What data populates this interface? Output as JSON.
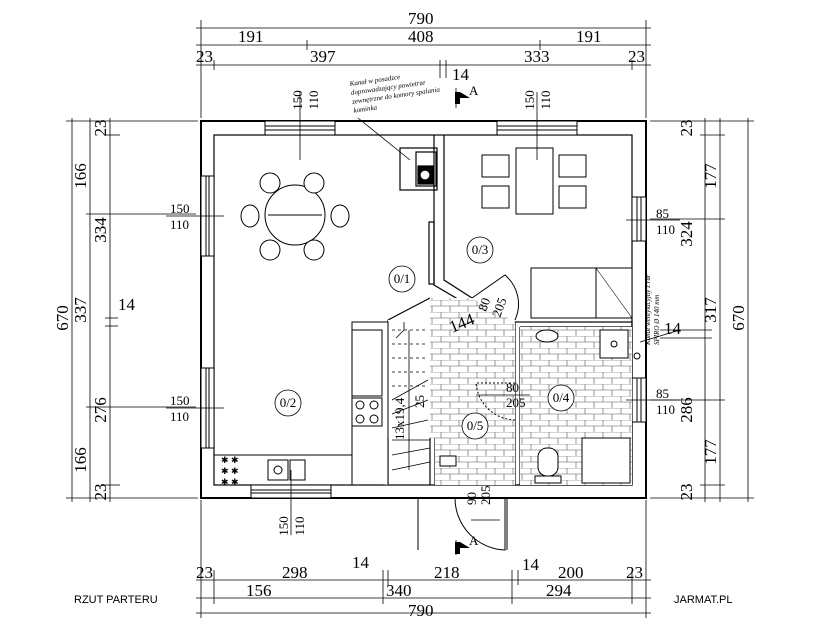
{
  "title": "RZUT PARTERU",
  "brand": "JARMAT.PL",
  "dims": {
    "top_total": "790",
    "top_row1": [
      "191",
      "408",
      "191"
    ],
    "top_row2": [
      "23",
      "397",
      "333",
      "23"
    ],
    "top_wall": "14",
    "bottom_row1": [
      "23",
      "298",
      "14",
      "218",
      "14",
      "200",
      "23"
    ],
    "bottom_row2": [
      "156",
      "340",
      "294"
    ],
    "bottom_total": "790",
    "left_total": "670",
    "left_col": [
      "23",
      "166",
      "334",
      "337",
      "276",
      "166",
      "23"
    ],
    "left_wall": "14",
    "right_total": "670",
    "right_col": [
      "23",
      "177",
      "324",
      "317",
      "286",
      "177",
      "23"
    ],
    "right_wall": "14"
  },
  "windows": {
    "w150": "150",
    "w110": "110",
    "w85": "85"
  },
  "doors": {
    "d80": "80",
    "d205": "205",
    "d90": "90",
    "stairs_width": "144",
    "stairs_spec": "13x19,4",
    "stairs_step": "25"
  },
  "rooms": [
    "0/1",
    "0/2",
    "0/3",
    "0/4",
    "0/5"
  ],
  "notes": {
    "fireplace": [
      "Kanał w posadzce",
      "doprowadzający powietrze",
      "zewnętrzne do komory spalania",
      "kominka"
    ],
    "vent": [
      "Kanał wentylacyjny z rur",
      "SPIRO Ø 140 mm"
    ]
  },
  "section_marker": "A"
}
